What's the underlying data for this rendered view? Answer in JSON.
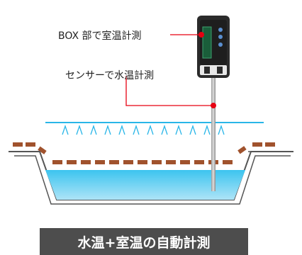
{
  "labels": {
    "box": "BOX 部で室温計測",
    "sensor": "センサーで水温計測"
  },
  "banner": "水温+室温の自動計測",
  "colors": {
    "leader": "#e60012",
    "water": "#29b6e8",
    "tile": "#a0522d",
    "device": "#2b2b2b"
  }
}
